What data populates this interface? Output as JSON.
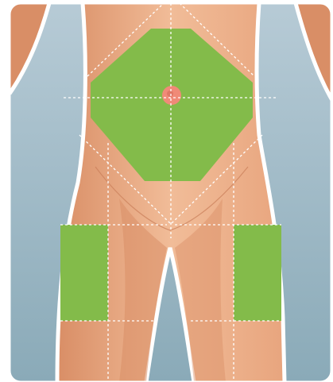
{
  "diagram": {
    "subject": "",
    "colors": {
      "background_top": "#b7cbd6",
      "background_bottom": "#8aaab8",
      "skin": "#e8a57e",
      "skin_light": "#f1bc98",
      "skin_dark": "#d98e66",
      "injection_zone": "#83bb4a",
      "navel": "#f08a78",
      "guide_line": "#ffffff",
      "outline": "#ffffff"
    },
    "regions": [
      {
        "id": "abdomen",
        "shape": "octagon"
      },
      {
        "id": "left-thigh",
        "shape": "rectangle"
      },
      {
        "id": "right-thigh",
        "shape": "rectangle"
      }
    ]
  }
}
